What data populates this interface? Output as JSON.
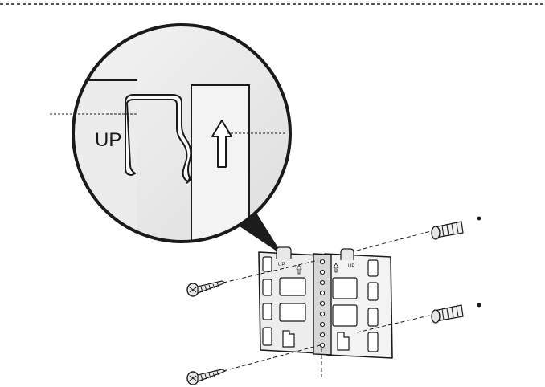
{
  "diagram": {
    "zoom_callout": {
      "label": "UP"
    },
    "bracket": {
      "label_left": "UP",
      "label_right": "UP"
    },
    "colors": {
      "line": "#1a1a1a",
      "metal_light": "#f2f2f2",
      "metal_mid": "#dcdcdc",
      "metal_dark": "#a8a8a8",
      "lens_fill": "#e9e9e9",
      "cone": "#1c1c1c"
    }
  }
}
